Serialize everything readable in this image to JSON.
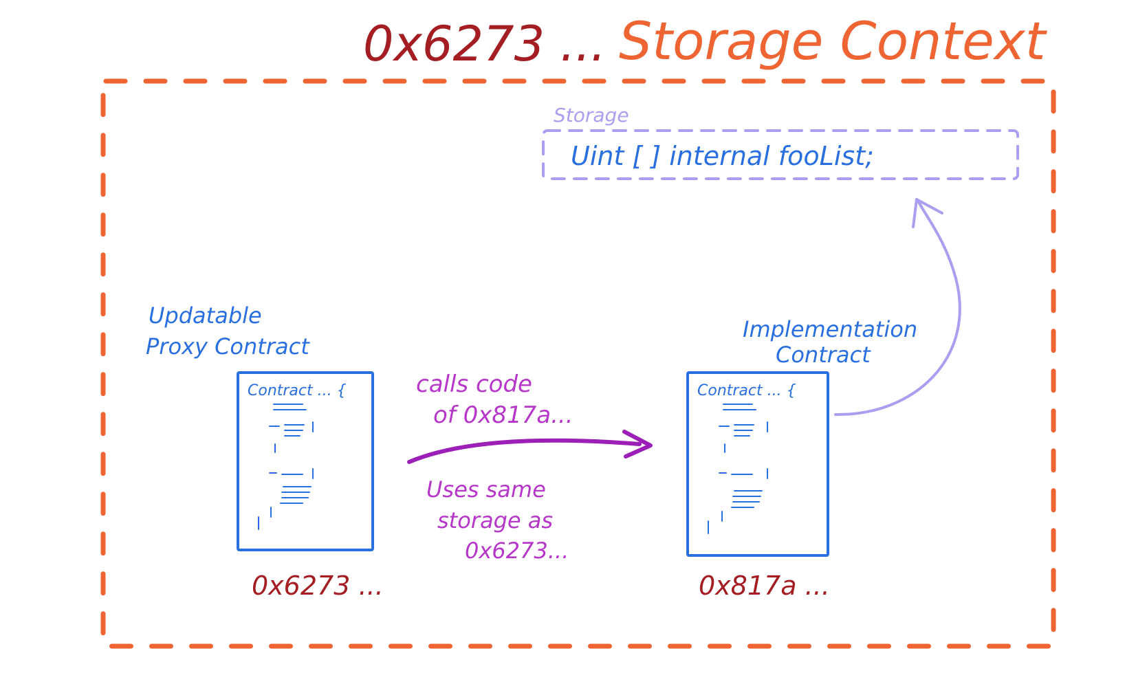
{
  "title": {
    "address": "0x6273 ...",
    "label": "Storage Context"
  },
  "storage": {
    "label": "Storage",
    "declaration": "Uint [ ] internal fooList;"
  },
  "proxy": {
    "label_line1": "Updatable",
    "label_line2": "Proxy Contract",
    "code_header": "Contract ... {",
    "address": "0x6273 ..."
  },
  "implementation": {
    "label_line1": "Implementation",
    "label_line2": "Contract",
    "code_header": "Contract ... {",
    "address": "0x817a ..."
  },
  "call_arrow": {
    "line1": "calls code",
    "line2": "of 0x817a..."
  },
  "storage_note": {
    "line1": "Uses same",
    "line2": "storage as",
    "line3": "0x6273..."
  },
  "colors": {
    "context_border": "#ee6433",
    "address_red": "#a31d22",
    "contract_blue": "#2a6fe0",
    "storage_purple": "#a99ff0",
    "arrow_purple": "#9c1fb8",
    "note_purple": "#b536c8"
  }
}
